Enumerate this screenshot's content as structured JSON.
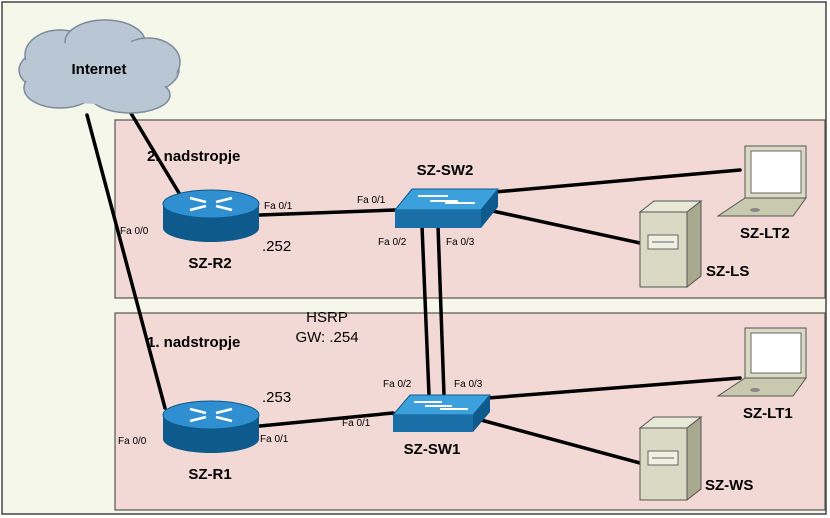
{
  "colors": {
    "background": "#f4f7ea",
    "zone_fill": "#f2d9d6",
    "cloud": "#b9c6d3",
    "router": "#1f7fbf",
    "switch": "#2a8fd0",
    "server": "#d9d9c4",
    "link": "#000000"
  },
  "cloud": {
    "label": "Internet"
  },
  "floors": {
    "upper": {
      "label": "2. nadstropje"
    },
    "lower": {
      "label": "1. nadstropje"
    }
  },
  "devices": {
    "r2": {
      "name": "SZ-R2",
      "icon": "router-icon",
      "ip": ".252",
      "port_wan": "Fa 0/0",
      "port_lan": "Fa 0/1"
    },
    "r1": {
      "name": "SZ-R1",
      "icon": "router-icon",
      "ip": ".253",
      "port_wan": "Fa 0/0",
      "port_lan": "Fa 0/1"
    },
    "sw2": {
      "name": "SZ-SW2",
      "icon": "switch-icon",
      "port_up": "Fa 0/1",
      "port_a": "Fa 0/2",
      "port_b": "Fa 0/3"
    },
    "sw1": {
      "name": "SZ-SW1",
      "icon": "switch-icon",
      "port_up": "Fa 0/1",
      "port_a": "Fa 0/2",
      "port_b": "Fa 0/3"
    },
    "lt2": {
      "name": "SZ-LT2",
      "icon": "laptop-icon"
    },
    "lt1": {
      "name": "SZ-LT1",
      "icon": "laptop-icon"
    },
    "ls": {
      "name": "SZ-LS",
      "icon": "server-icon"
    },
    "ws": {
      "name": "SZ-WS",
      "icon": "server-icon"
    }
  },
  "hsrp": {
    "title": "HSRP",
    "gateway": "GW: .254"
  }
}
